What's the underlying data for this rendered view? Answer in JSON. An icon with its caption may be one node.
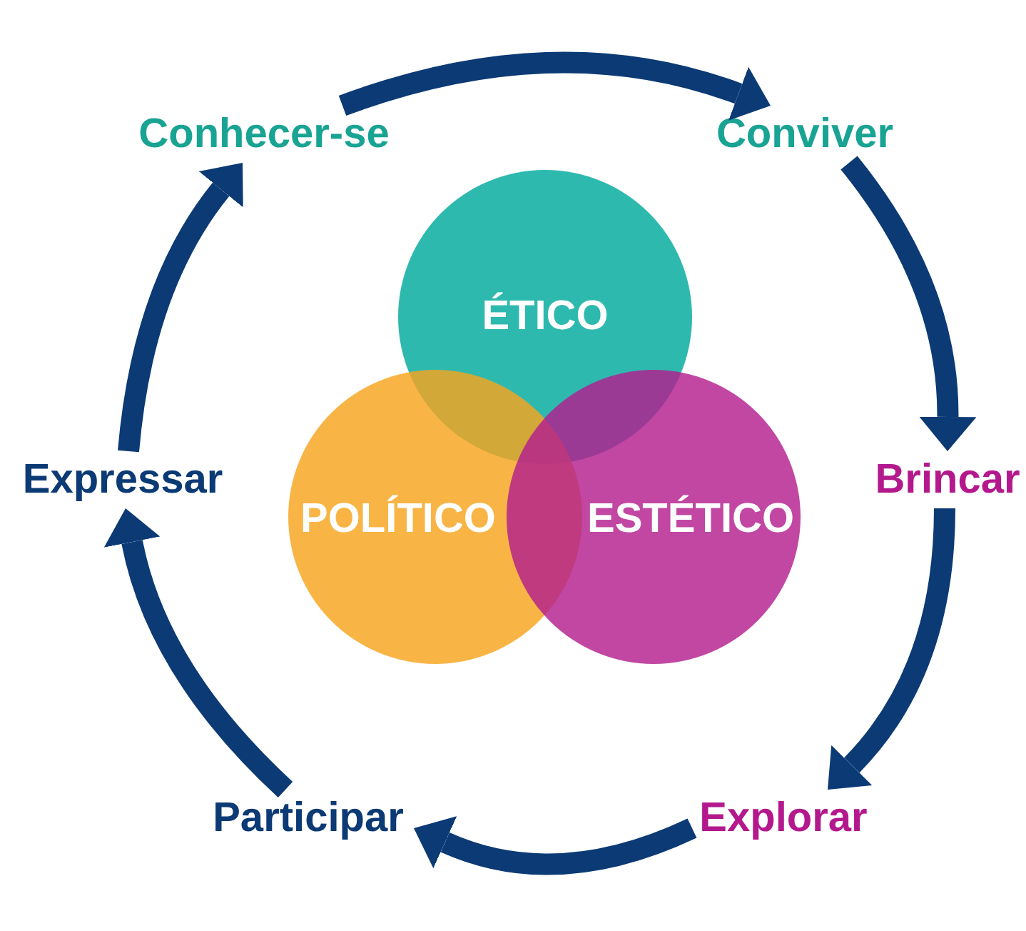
{
  "diagram": {
    "nodes": [
      {
        "text": [
          "Conhecer-se"
        ]
      },
      {
        "text": [
          "Conviver"
        ]
      },
      {
        "text": [
          "Brincar"
        ]
      },
      {
        "text": [
          "Explorar"
        ]
      },
      {
        "text": [
          "Participar"
        ]
      },
      {
        "text": [
          "Expressar"
        ]
      },
      {
        "text": [
          "ÉTICO"
        ]
      },
      {
        "text": [
          "POLÍTICO"
        ]
      },
      {
        "text": [
          "ESTÉTICO"
        ]
      }
    ],
    "edges": [
      {
        "from": 0,
        "to": 1,
        "arrow": "to"
      },
      {
        "from": 1,
        "to": 2,
        "arrow": "to"
      },
      {
        "from": 2,
        "to": 3,
        "arrow": "to"
      },
      {
        "from": 3,
        "to": 4,
        "arrow": "to"
      },
      {
        "from": 4,
        "to": 5,
        "arrow": "to"
      },
      {
        "from": 5,
        "to": 0,
        "arrow": "to"
      }
    ]
  }
}
